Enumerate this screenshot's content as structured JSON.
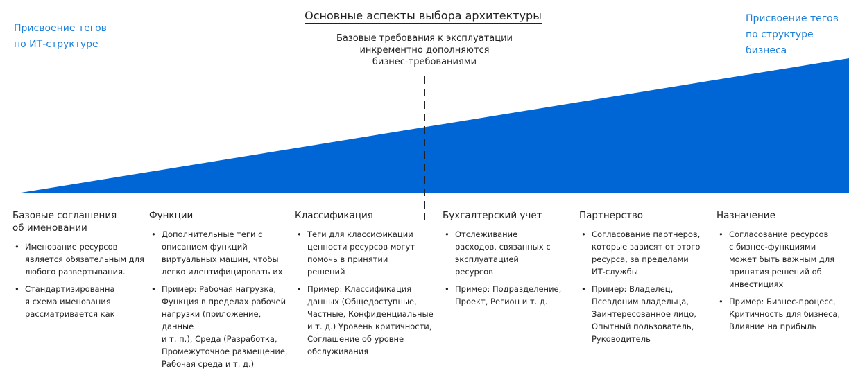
{
  "title": "Основные аспекты выбора архитектуры",
  "subtitle": [
    "Базовые требования к эксплуатации",
    "инкрементно дополняются",
    "бизнес-требованиями"
  ],
  "left_label": [
    "Присвоение тегов",
    "по ИТ-структуре"
  ],
  "right_label": [
    "Присвоение тегов",
    "по структуре",
    "бизнеса"
  ],
  "colors": {
    "wedge": "#0066d6",
    "label": "#1c7fd8",
    "text": "#222222"
  },
  "columns": [
    {
      "heading": [
        "Базовые соглашения",
        "об именовании"
      ],
      "bullets": [
        [
          "Именование ресурсов",
          "является обязательным для",
          "любого развертывания."
        ],
        [
          "Стандартизированна",
          "я схема именования",
          "рассматривается как"
        ]
      ]
    },
    {
      "heading": [
        "Функции"
      ],
      "bullets": [
        [
          "Дополнительные теги с",
          "описанием функций",
          "виртуальных машин, чтобы",
          "легко идентифицировать их"
        ],
        [
          "Пример: Рабочая нагрузка,",
          "Функция в пределах рабочей",
          "нагрузки (приложение, данные",
          "и т. п.), Среда (Разработка,",
          "Промежуточное размещение,",
          "Рабочая среда и т. д.)"
        ]
      ]
    },
    {
      "heading": [
        "Классификация"
      ],
      "bullets": [
        [
          "Теги для классификации",
          "ценности ресурсов могут",
          "помочь в принятии",
          "решений"
        ],
        [
          "Пример: Классификация",
          "данных (Общедоступные,",
          "Частные, Конфиденциальные",
          "и т. д.) Уровень критичности,",
          "Соглашение об уровне",
          "обслуживания"
        ]
      ]
    },
    {
      "heading": [
        "Бухгалтерский учет"
      ],
      "bullets": [
        [
          "Отслеживание",
          "расходов, связанных с",
          "эксплуатацией",
          "ресурсов"
        ],
        [
          "Пример: Подразделение,",
          "Проект, Регион и т. д."
        ]
      ]
    },
    {
      "heading": [
        "Партнерство"
      ],
      "bullets": [
        [
          "Согласование партнеров,",
          "которые зависят от этого",
          "ресурса, за пределами",
          "ИТ-службы"
        ],
        [
          "Пример: Владелец,",
          "Псевдоним владельца,",
          "Заинтересованное лицо,",
          "Опытный пользователь,",
          "Руководитель"
        ]
      ]
    },
    {
      "heading": [
        "Назначение"
      ],
      "bullets": [
        [
          "Согласование ресурсов",
          "с бизнес-функциями",
          "может быть важным для",
          "принятия решений об",
          "инвестициях"
        ],
        [
          "Пример: Бизнес-процесс,",
          "Критичность для бизнеса,",
          "Влияние на прибыль"
        ]
      ]
    }
  ]
}
